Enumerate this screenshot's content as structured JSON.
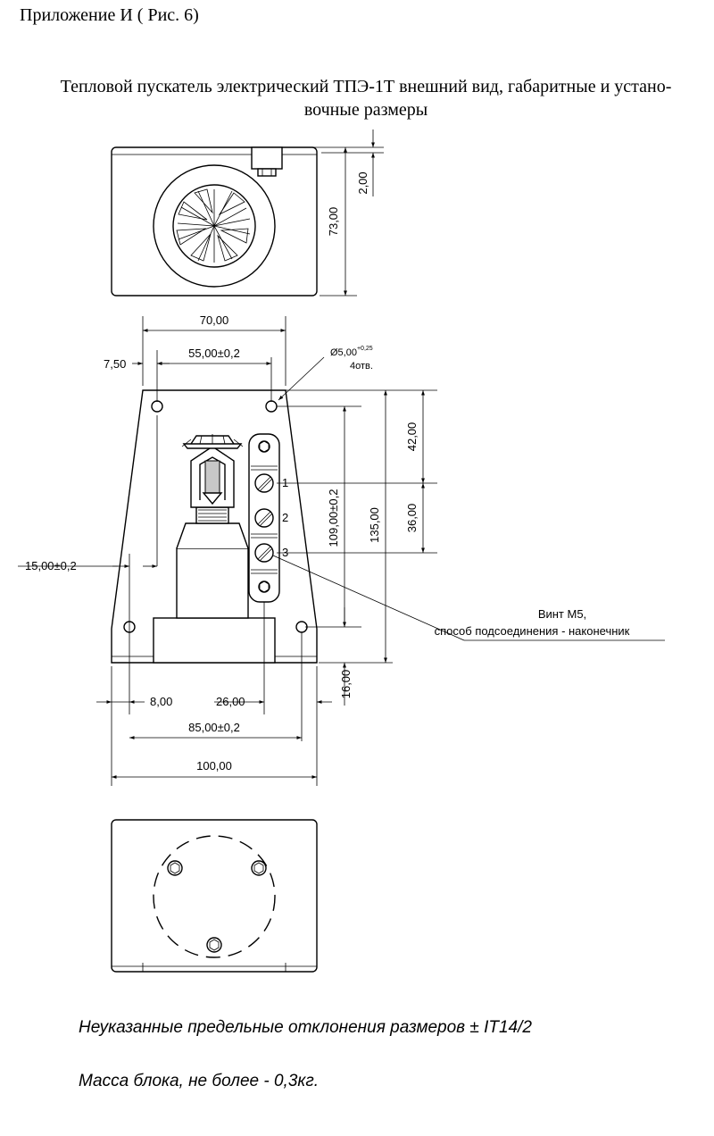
{
  "header": {
    "appendix": "Приложение И   ( Рис. 6)",
    "title_line1": "Тепловой пускатель электрический ТПЭ-1Т внешний вид, габаритные и устано-",
    "title_line2": "вочные размеры"
  },
  "dimensions": {
    "d_2": "2,00",
    "d_73": "73,00",
    "d_70": "70,00",
    "d_55": "55,00±0,2",
    "d_7_5": "7,50",
    "hole_dia": "Ø5,00",
    "hole_tol": "+0,25",
    "hole_count": "4отв.",
    "d_42": "42,00",
    "d_36": "36,00",
    "d_109": "109,00±0,2",
    "d_135": "135,00",
    "d_15": "15,00±0,2",
    "d_16": "16,00",
    "d_8": "8,00",
    "d_26": "26,00",
    "d_85": "85,00±0,2",
    "d_100": "100,00"
  },
  "terminals": [
    "1",
    "2",
    "3"
  ],
  "callout": {
    "line1": "Винт М5,",
    "line2": "способ подсоединения - наконечник"
  },
  "notes": {
    "tolerance": "Неуказанные предельные отклонения размеров ± IT14/2",
    "mass": "Масса блока, не более - 0,3кг."
  }
}
